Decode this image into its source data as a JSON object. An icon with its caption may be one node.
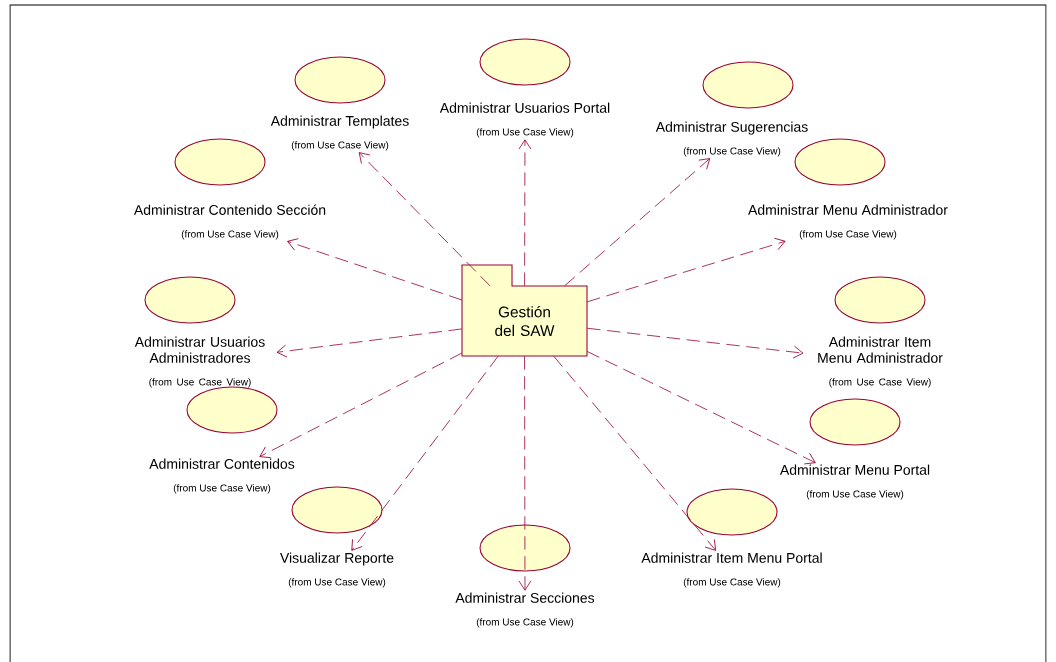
{
  "diagram": {
    "nodes": [
      {
        "text": [
          "Gestión del SAW"
        ]
      },
      {
        "text": [
          "Administrar Usuarios Portal",
          "(from Use Case View)"
        ]
      },
      {
        "text": [
          "Administrar Templates",
          "(from Use Case View)"
        ]
      },
      {
        "text": [
          "Administrar Sugerencias",
          "(from Use Case View)"
        ]
      },
      {
        "text": [
          "Administrar Contenido Sección",
          "(from Use Case View)"
        ]
      },
      {
        "text": [
          "Administrar Menu Administrador",
          "(from Use Case View)"
        ]
      },
      {
        "text": [
          "Administrar Usuarios Administradores",
          "(from Use Case View)"
        ]
      },
      {
        "text": [
          "Administrar Item Menu Administrador",
          "(from Use Case View)"
        ]
      },
      {
        "text": [
          "Administrar Contenidos",
          "(from Use Case View)"
        ]
      },
      {
        "text": [
          "Administrar Menu Portal",
          "(from Use Case View)"
        ]
      },
      {
        "text": [
          "Visualizar Reporte",
          "(from Use Case View)"
        ]
      },
      {
        "text": [
          "Administrar Item Menu Portal",
          "(from Use Case View)"
        ]
      },
      {
        "text": [
          "Administrar Secciones",
          "(from Use Case View)"
        ]
      }
    ],
    "edges": [
      {
        "from": 0,
        "to": 1,
        "arrow": "to",
        "style": "dashed"
      },
      {
        "from": 0,
        "to": 2,
        "arrow": "to",
        "style": "dashed"
      },
      {
        "from": 0,
        "to": 3,
        "arrow": "to",
        "style": "dashed"
      },
      {
        "from": 0,
        "to": 4,
        "arrow": "to",
        "style": "dashed"
      },
      {
        "from": 0,
        "to": 5,
        "arrow": "to",
        "style": "dashed"
      },
      {
        "from": 0,
        "to": 6,
        "arrow": "to",
        "style": "dashed"
      },
      {
        "from": 0,
        "to": 7,
        "arrow": "to",
        "style": "dashed"
      },
      {
        "from": 0,
        "to": 8,
        "arrow": "to",
        "style": "dashed"
      },
      {
        "from": 0,
        "to": 9,
        "arrow": "to",
        "style": "dashed"
      },
      {
        "from": 0,
        "to": 10,
        "arrow": "to",
        "style": "dashed"
      },
      {
        "from": 0,
        "to": 11,
        "arrow": "to",
        "style": "dashed"
      },
      {
        "from": 0,
        "to": 12,
        "arrow": "to",
        "style": "dashed"
      }
    ]
  }
}
